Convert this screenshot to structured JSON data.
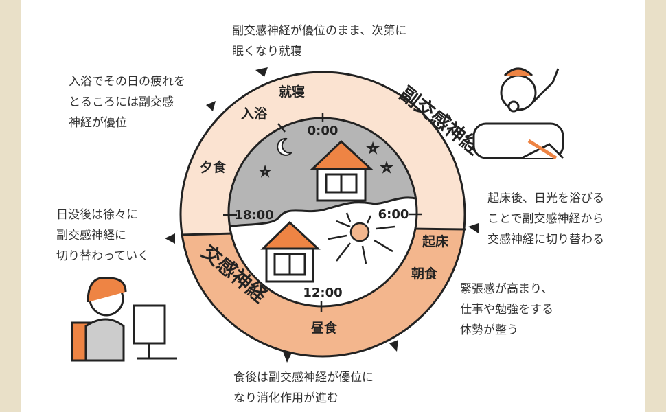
{
  "notes": {
    "sleep": "副交感神経が優位のまま、次第に\n眠くなり就寝",
    "bath": "入浴でその日の疲れを\nとるころには副交感\n神経が優位",
    "sunset": "日没後は徐々に\n副交感神経に\n切り替わっていく",
    "wake": "起床後、日光を浴びる\nことで副交感神経から\n交感神経に切り替わる",
    "tension": "緊張感が高まり、\n仕事や勉強をする\n体勢が整う",
    "meal": "食後は副交感神経が優位に\nなり消化作用が進む"
  },
  "ring": {
    "parasympathetic": "副交感神経",
    "sympathetic": "交感神経",
    "events": {
      "sleep": "就寝",
      "bath": "入浴",
      "dinner": "夕食",
      "wake": "起床",
      "breakfast": "朝食",
      "lunch": "昼食"
    }
  },
  "times": {
    "midnight": "0:00",
    "six": "6:00",
    "noon": "12:00",
    "eighteen": "18:00"
  },
  "colors": {
    "parasympathetic": "#fbe3d1",
    "sympathetic": "#f3b68d",
    "night": "#b5b5b5",
    "accent": "#ee8444"
  }
}
